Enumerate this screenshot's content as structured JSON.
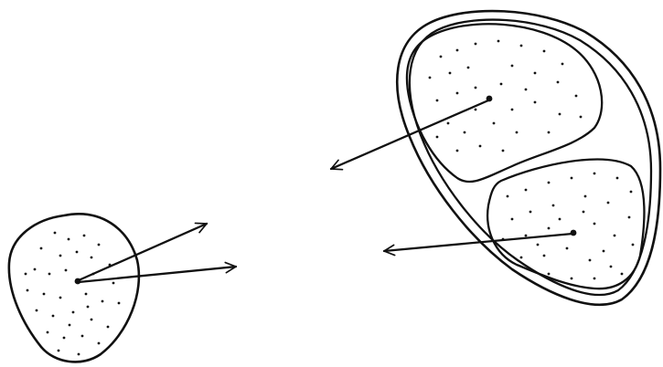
{
  "diagram": {
    "kind": "dotted cell sketch with arrows",
    "ink_color": "#111111",
    "background_color": "#ffffff",
    "elements": [
      {
        "name": "single-dotted-cell",
        "arrows": 2,
        "arrow_direction": "outward-right"
      },
      {
        "name": "enclosed-pair-cell",
        "inner_cells": 2,
        "arrows": 2,
        "arrow_direction": "outward-left"
      }
    ]
  }
}
